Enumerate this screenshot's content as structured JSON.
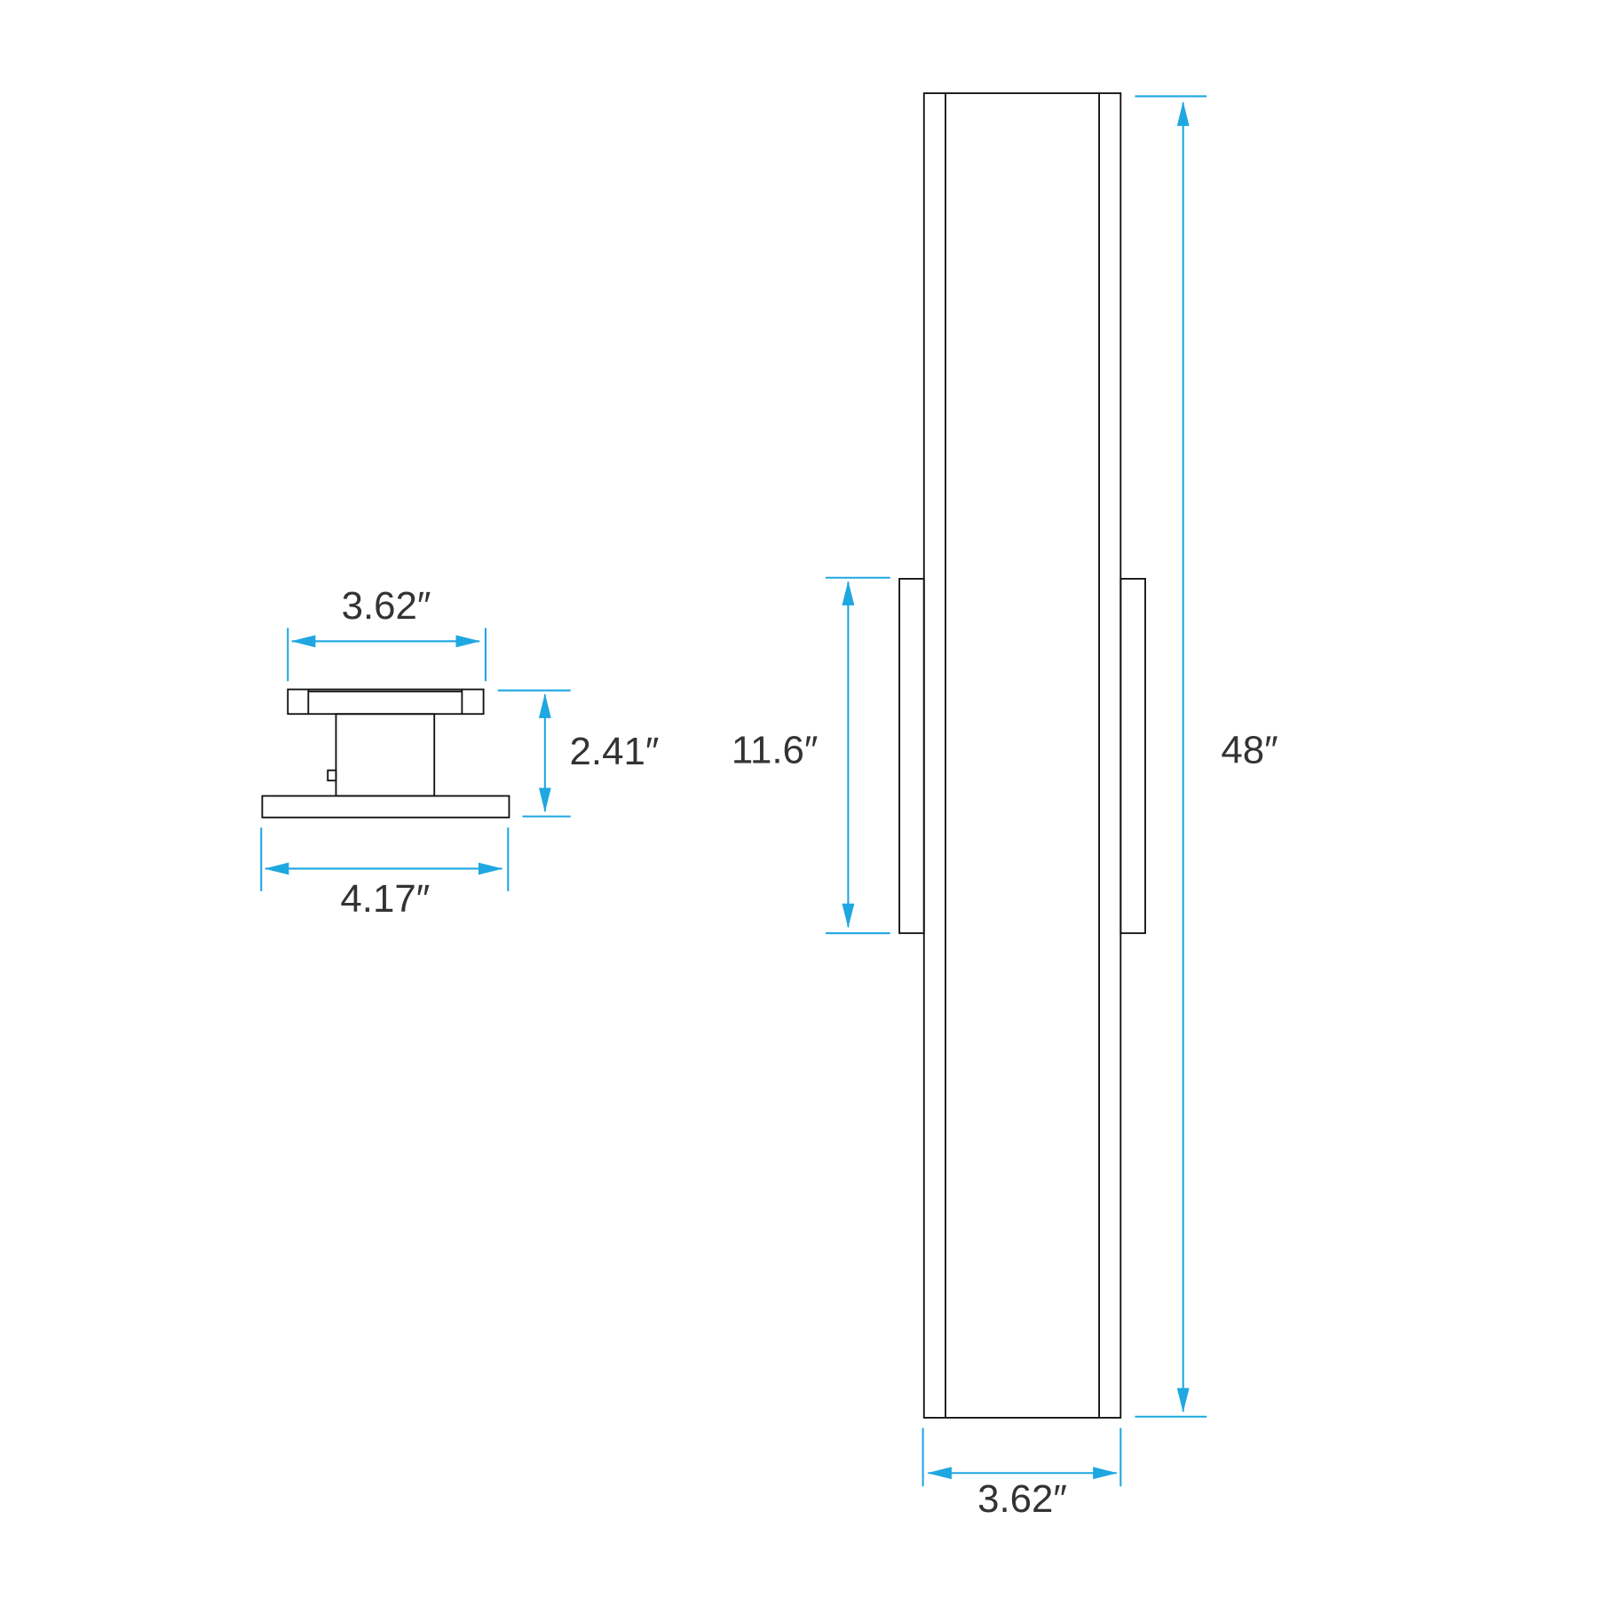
{
  "side_view": {
    "top_width": "3.62″",
    "depth": "2.41″",
    "backplate_width": "4.17″"
  },
  "front_view": {
    "backplate_height": "11.6″",
    "overall_height": "48″",
    "width": "3.62″"
  },
  "colors": {
    "dimension": "#1ea7e1",
    "outline": "#111111",
    "text": "#333333"
  }
}
